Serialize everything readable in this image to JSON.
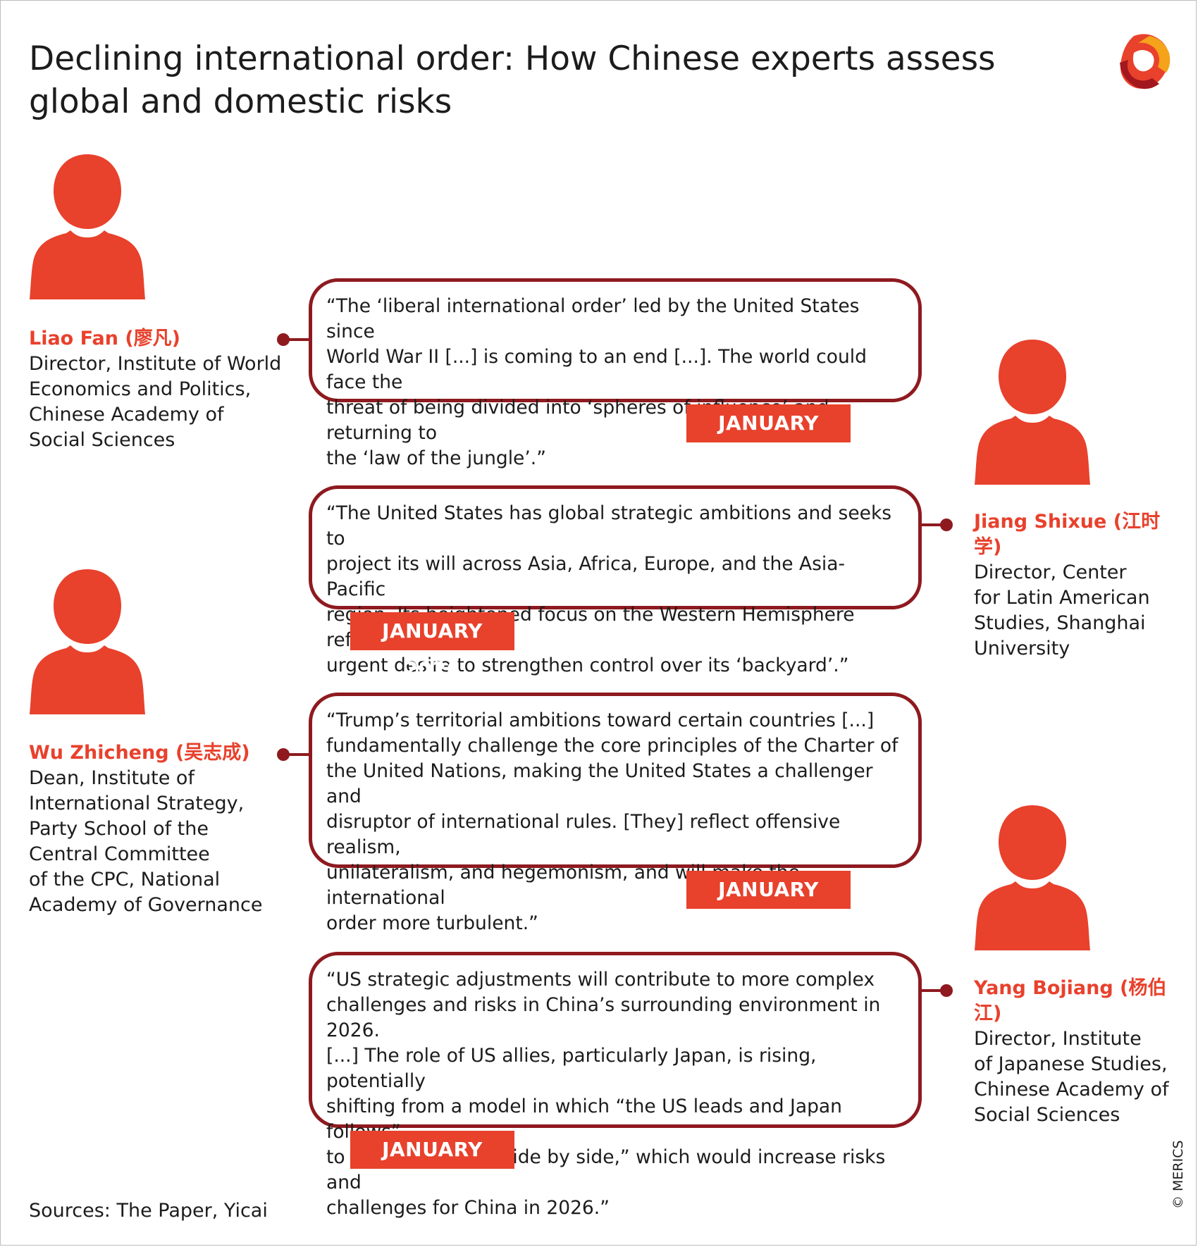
{
  "header": {
    "title": "Declining international order: How Chinese experts assess global and domestic risks"
  },
  "experts": [
    {
      "name": "Liao Fan (廖凡)",
      "role": "Director, Institute of World\nEconomics and Politics,\nChinese Academy of\nSocial Sciences",
      "quote": "“The ‘liberal international order’ led by the United States since\nWorld War II [...] is coming to an end [...]. The world could face the\nthreat of being divided into ‘spheres of influence’ and returning to\nthe ‘law of the jungle’.”",
      "date": "JANUARY 2026"
    },
    {
      "name": "Jiang Shixue (江时学)",
      "role": "Director, Center\nfor Latin American\nStudies, Shanghai\nUniversity",
      "quote": "“The United States has global strategic ambitions and seeks to\nproject its will across Asia, Africa, Europe, and the Asia-Pacific\nregion. Its heightened focus on the Western Hemisphere reflects an\nurgent desire to strengthen control over its ‘backyard’.”",
      "date": "JANUARY 2026"
    },
    {
      "name": "Wu Zhicheng (吴志成)",
      "role": "Dean, Institute of\nInternational Strategy,\nParty School of the\nCentral Committee\nof the CPC, National\nAcademy of Governance",
      "quote": "“Trump’s territorial ambitions toward certain countries [...]\nfundamentally challenge the core principles of the Charter of\nthe United Nations, making the United States a challenger and\ndisruptor of international rules. [They] reflect offensive realism,\nunilateralism, and hegemonism, and will make the international\norder more turbulent.”",
      "date": "JANUARY 2026"
    },
    {
      "name": "Yang Bojiang (杨伯江)",
      "role": "Director, Institute\nof Japanese Studies,\nChinese Academy of\nSocial Sciences",
      "quote": "“US strategic adjustments will contribute to more complex\nchallenges and risks in China’s surrounding environment in 2026.\n[...] The role of US allies, particularly Japan, is rising, potentially\nshifting from a model in which “the US leads and Japan follows”\nto one of “fighting side by side,” which would increase risks and\nchallenges for China in 2026.”",
      "date": "JANUARY 2026"
    }
  ],
  "footer": {
    "sources": "Sources: The Paper, Yicai",
    "copyright": "© MERICS"
  },
  "colors": {
    "accent": "#e8412c",
    "outline": "#8e1a1f"
  },
  "icons": {
    "avatar": "person-silhouette-icon",
    "logo": "merics-logo"
  }
}
